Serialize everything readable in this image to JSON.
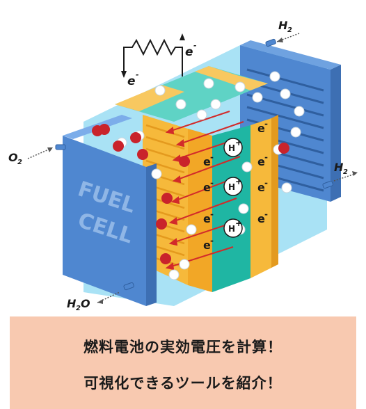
{
  "diagram": {
    "labels": {
      "h2_top": "H",
      "h2_top_sub": "2",
      "h2_right": "H",
      "h2_right_sub": "2",
      "o2_left": "O",
      "o2_left_sub": "2",
      "h2o_bottom_h": "H",
      "h2o_bottom_sub": "2",
      "h2o_bottom_o": "O",
      "electron_left": "e",
      "electron_right": "e",
      "electron_superscript": "-",
      "proton": "H",
      "proton_superscript": "+",
      "stack_electron": "e",
      "fuel_word": "FUEL",
      "cell_word": "CELL"
    },
    "colors": {
      "plate_blue": "#4f87d0",
      "plate_light": "#6fa2e0",
      "anode_yellow": "#f6b93b",
      "membrane_teal": "#1fb6a3",
      "membrane_light": "#3cc9b5",
      "flow_red": "#d22a2a",
      "water_blue": "#a9e2f5"
    }
  },
  "banner": {
    "line1": "燃料電池の実効電圧を計算！",
    "line2": "可視化できるツールを紹介！"
  }
}
